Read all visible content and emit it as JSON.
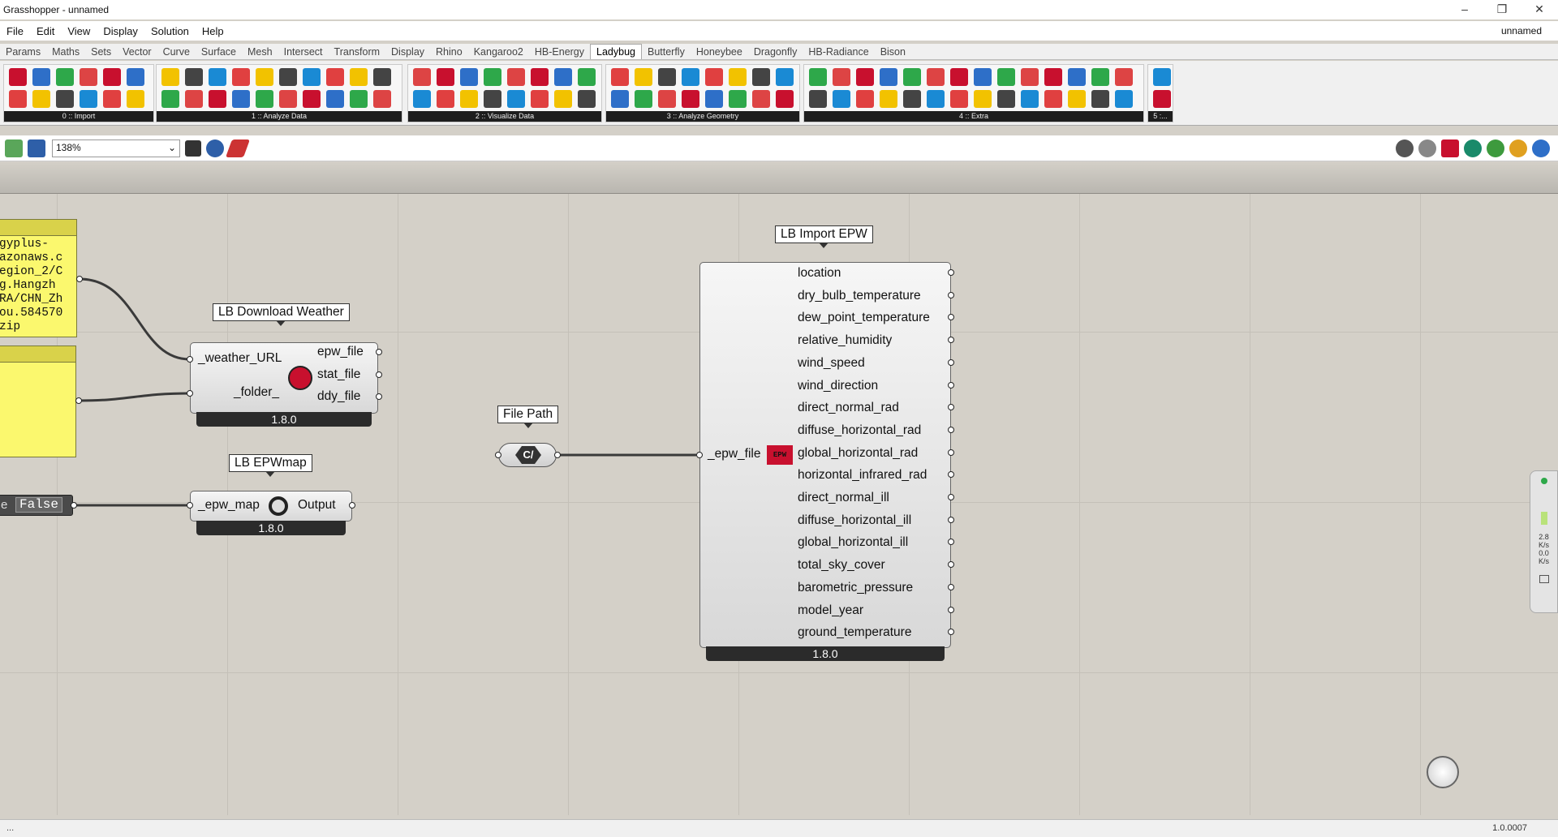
{
  "window": {
    "title": "Grasshopper - unnamed",
    "doc_name": "unnamed",
    "controls": [
      "–",
      "❐",
      "✕"
    ]
  },
  "menu": [
    "File",
    "Edit",
    "View",
    "Display",
    "Solution",
    "Help"
  ],
  "tabs": [
    "Params",
    "Maths",
    "Sets",
    "Vector",
    "Curve",
    "Surface",
    "Mesh",
    "Intersect",
    "Transform",
    "Display",
    "Rhino",
    "Kangaroo2",
    "HB-Energy",
    "Ladybug",
    "Butterfly",
    "Honeybee",
    "Dragonfly",
    "HB-Radiance",
    "Bison"
  ],
  "active_tab": "Ladybug",
  "panels": [
    "0 :: Import",
    "1 :: Analyze Data",
    "2 :: Visualize Data",
    "3 :: Analyze Geometry",
    "4 :: Extra",
    "5 :..."
  ],
  "toolbar": {
    "zoom": "138%"
  },
  "nodes": {
    "import_epw": {
      "name": "LB Import EPW",
      "input": "_epw_file",
      "outputs": [
        "location",
        "dry_bulb_temperature",
        "dew_point_temperature",
        "relative_humidity",
        "wind_speed",
        "wind_direction",
        "direct_normal_rad",
        "diffuse_horizontal_rad",
        "global_horizontal_rad",
        "horizontal_infrared_rad",
        "direct_normal_ill",
        "diffuse_horizontal_ill",
        "global_horizontal_ill",
        "total_sky_cover",
        "barometric_pressure",
        "model_year",
        "ground_temperature"
      ],
      "version": "1.8.0"
    },
    "download_weather": {
      "name": "LB Download Weather",
      "inputs": [
        "_weather_URL",
        "_folder_"
      ],
      "outputs": [
        "epw_file",
        "stat_file",
        "ddy_file"
      ],
      "version": "1.8.0"
    },
    "epwmap": {
      "name": "LB EPWmap",
      "input": "_epw_map",
      "output": "Output",
      "version": "1.8.0"
    },
    "file_path": {
      "name": "File Path",
      "glyph": "C/"
    },
    "toggle": {
      "value": "False",
      "label": "e"
    },
    "url_panel": {
      "lines": [
        "gyplus-",
        "azonaws.c",
        "egion_2/C",
        "g.Hangzh",
        "RA/CHN_Zh",
        "ou.584570",
        "zip"
      ]
    }
  },
  "side_widget": {
    "v1": "2.8",
    "u1": "K/s",
    "v2": "0.0",
    "u2": "K/s"
  },
  "status": {
    "left": "...",
    "right": "1.0.0007"
  }
}
